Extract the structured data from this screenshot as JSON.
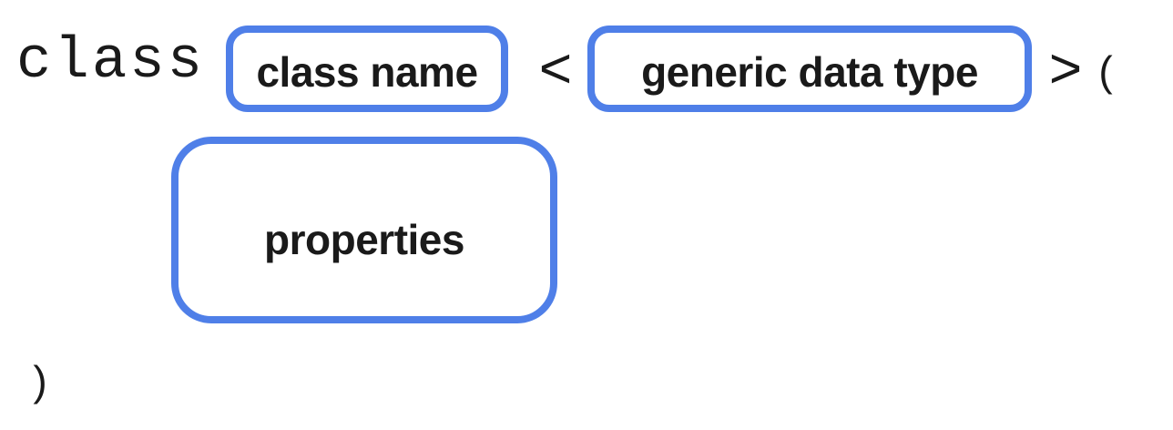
{
  "diagram": {
    "keyword": "class",
    "symbols": {
      "open_angle": "<",
      "close_angle": ">",
      "open_paren": "(",
      "close_paren": ")"
    },
    "boxes": {
      "class_name": {
        "label": "class name"
      },
      "generic_type": {
        "label": "generic data type"
      },
      "properties": {
        "label": "properties"
      }
    },
    "colors": {
      "box_border": "#4f7fe8",
      "box_fill": "#ffffff",
      "text": "#1a1a1a",
      "background": "#ffffff"
    }
  }
}
